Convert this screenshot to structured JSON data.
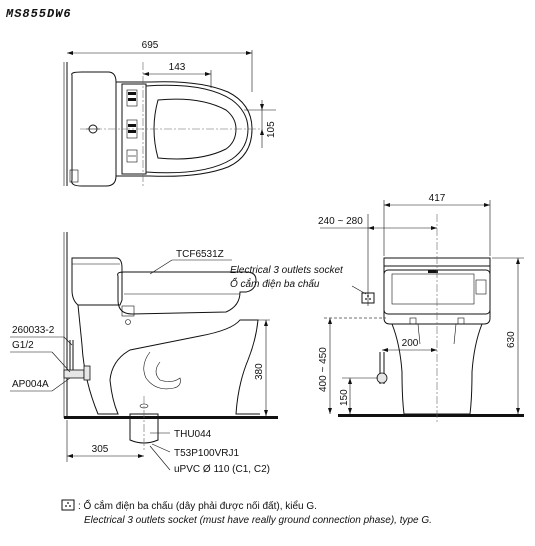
{
  "model": "MS855DW6",
  "top_view": {
    "dims": {
      "overall_length": "695",
      "width_top": "143",
      "offset_right": "105"
    }
  },
  "side_view": {
    "labels": {
      "seat": "TCF6531Z",
      "stop_valve": "260033-2",
      "thread": "G1/2",
      "hose": "AP004A",
      "flange": "THU044",
      "bolt": "T53P100VRJ1",
      "pipe": "uPVC Ø 110 (C1, C2)"
    },
    "dims": {
      "height_outlet": "380",
      "wall_to_center": "305"
    }
  },
  "front_view": {
    "dims": {
      "width": "417",
      "socket_offset": "240 ~ 280",
      "height": "630",
      "supply_height": "400 ~ 450",
      "supply_low": "150",
      "supply_offset": "200"
    }
  },
  "socket_callout": {
    "line1": "Electrical 3 outlets socket",
    "line2": "Ổ cắm điện ba chấu"
  },
  "note": {
    "vi": ": Ổ cắm điện ba chấu (dây phải được nối đất), kiểu G.",
    "en": "Electrical 3 outlets socket (must have really ground connection phase), type G."
  }
}
